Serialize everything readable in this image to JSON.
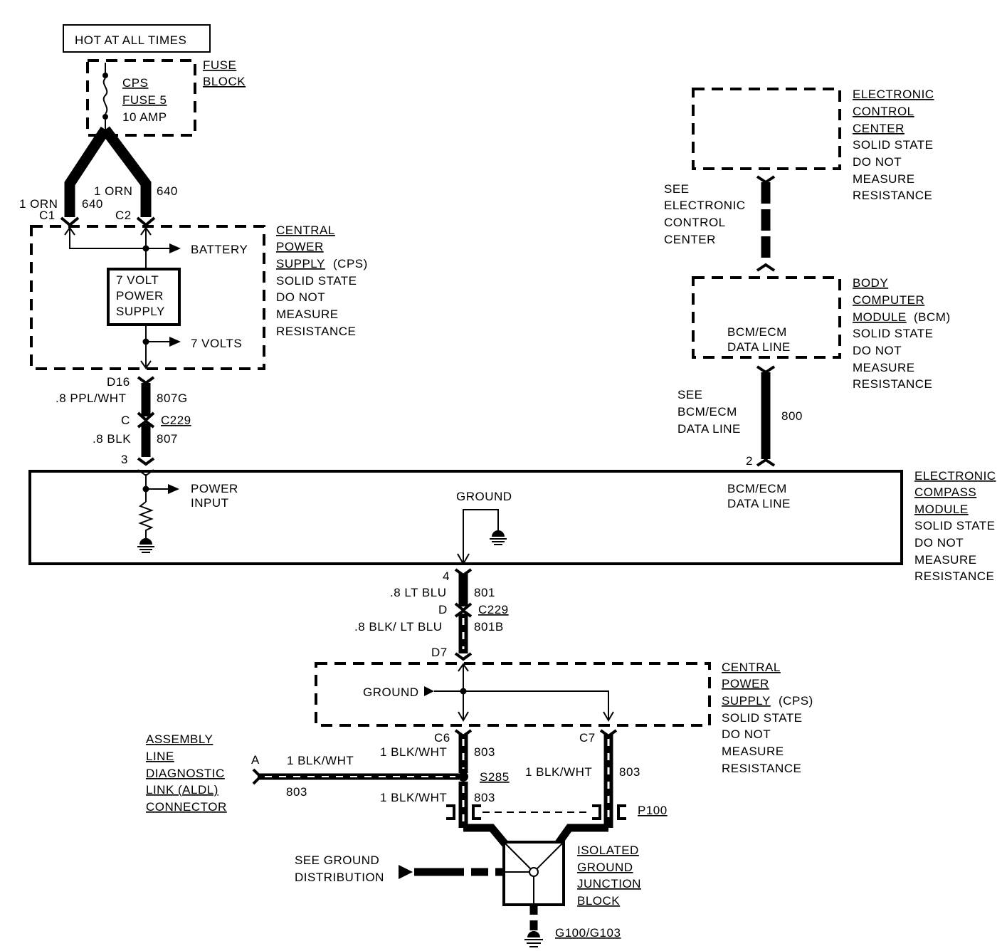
{
  "power_source": {
    "label": "HOT AT ALL TIMES"
  },
  "fuse_block": {
    "title_lines": [
      "FUSE",
      "BLOCK"
    ],
    "fuse_lines": [
      "CPS",
      "FUSE 5",
      "10 AMP"
    ]
  },
  "upper_cps": {
    "pin_left": "C1",
    "pin_right": "C2",
    "wire_left_size_color": "1 ORN",
    "wire_left_circuit": "640",
    "wire_right_size_color": "1 ORN",
    "wire_right_circuit": "640",
    "battery_label": "BATTERY",
    "supply_box_lines": [
      "7 VOLT",
      "POWER",
      "SUPPLY"
    ],
    "seven_volts_label": "7 VOLTS",
    "title_lines": [
      "CENTRAL",
      "POWER",
      "SUPPLY"
    ],
    "title_suffix": "(CPS)",
    "note_lines": [
      "SOLID STATE",
      "DO NOT",
      "MEASURE",
      "RESISTANCE"
    ],
    "out_pin": "D16"
  },
  "wire_807": {
    "upper_size_color": ".8 PPL/WHT",
    "upper_circuit": "807G",
    "connector_pin": "C",
    "connector_name": "C229",
    "lower_size_color": ".8 BLK",
    "lower_circuit": "807",
    "module_pin": "3"
  },
  "ecc": {
    "title_lines": [
      "ELECTRONIC",
      "CONTROL",
      "CENTER"
    ],
    "note_lines": [
      "SOLID STATE",
      "DO NOT",
      "MEASURE",
      "RESISTANCE"
    ],
    "see_lines": [
      "SEE",
      "ELECTRONIC",
      "CONTROL",
      "CENTER"
    ]
  },
  "bcm": {
    "title_lines": [
      "BODY",
      "COMPUTER",
      "MODULE"
    ],
    "title_suffix": "(BCM)",
    "note_lines": [
      "SOLID STATE",
      "DO NOT",
      "MEASURE",
      "RESISTANCE"
    ],
    "inner_lines": [
      "BCM/ECM",
      "DATA LINE"
    ],
    "see_lines": [
      "SEE",
      "BCM/ECM",
      "DATA LINE"
    ],
    "circuit": "800",
    "module_pin": "2"
  },
  "compass_module": {
    "power_input_lines": [
      "POWER",
      "INPUT"
    ],
    "ground_label": "GROUND",
    "data_line_lines": [
      "BCM/ECM",
      "DATA LINE"
    ],
    "title_lines": [
      "ELECTRONIC",
      "COMPASS",
      "MODULE"
    ],
    "note_lines": [
      "SOLID STATE",
      "DO NOT",
      "MEASURE",
      "RESISTANCE"
    ]
  },
  "wire_801": {
    "module_pin": "4",
    "upper_size_color": ".8 LT BLU",
    "upper_circuit": "801",
    "connector_pin": "D",
    "connector_name": "C229",
    "lower_size_color": ".8 BLK/ LT BLU",
    "lower_circuit": "801B",
    "cps_pin": "D7"
  },
  "lower_cps": {
    "ground_label": "GROUND",
    "title_lines": [
      "CENTRAL",
      "POWER",
      "SUPPLY"
    ],
    "title_suffix": "(CPS)",
    "note_lines": [
      "SOLID STATE",
      "DO NOT",
      "MEASURE",
      "RESISTANCE"
    ],
    "pin_c6": "C6",
    "pin_c7": "C7"
  },
  "ground_wiring": {
    "c6_size_color": "1 BLK/WHT",
    "c6_circuit": "803",
    "aldl_wire_size_color": "1 BLK/WHT",
    "aldl_wire_circuit": "803",
    "aldl_pin": "A",
    "splice_name": "S285",
    "splice_out_size_color": "1 BLK/WHT",
    "splice_out_circuit": "803",
    "c7_size_color": "1 BLK/WHT",
    "c7_circuit": "803",
    "connector_name": "P100",
    "aldl_title_lines": [
      "ASSEMBLY",
      "LINE",
      "DIAGNOSTIC",
      "LINK (ALDL)",
      "CONNECTOR"
    ],
    "see_ground_lines": [
      "SEE GROUND",
      "DISTRIBUTION"
    ],
    "junction_title_lines": [
      "ISOLATED",
      "GROUND",
      "JUNCTION",
      "BLOCK"
    ],
    "ground_name": "G100/G103"
  }
}
